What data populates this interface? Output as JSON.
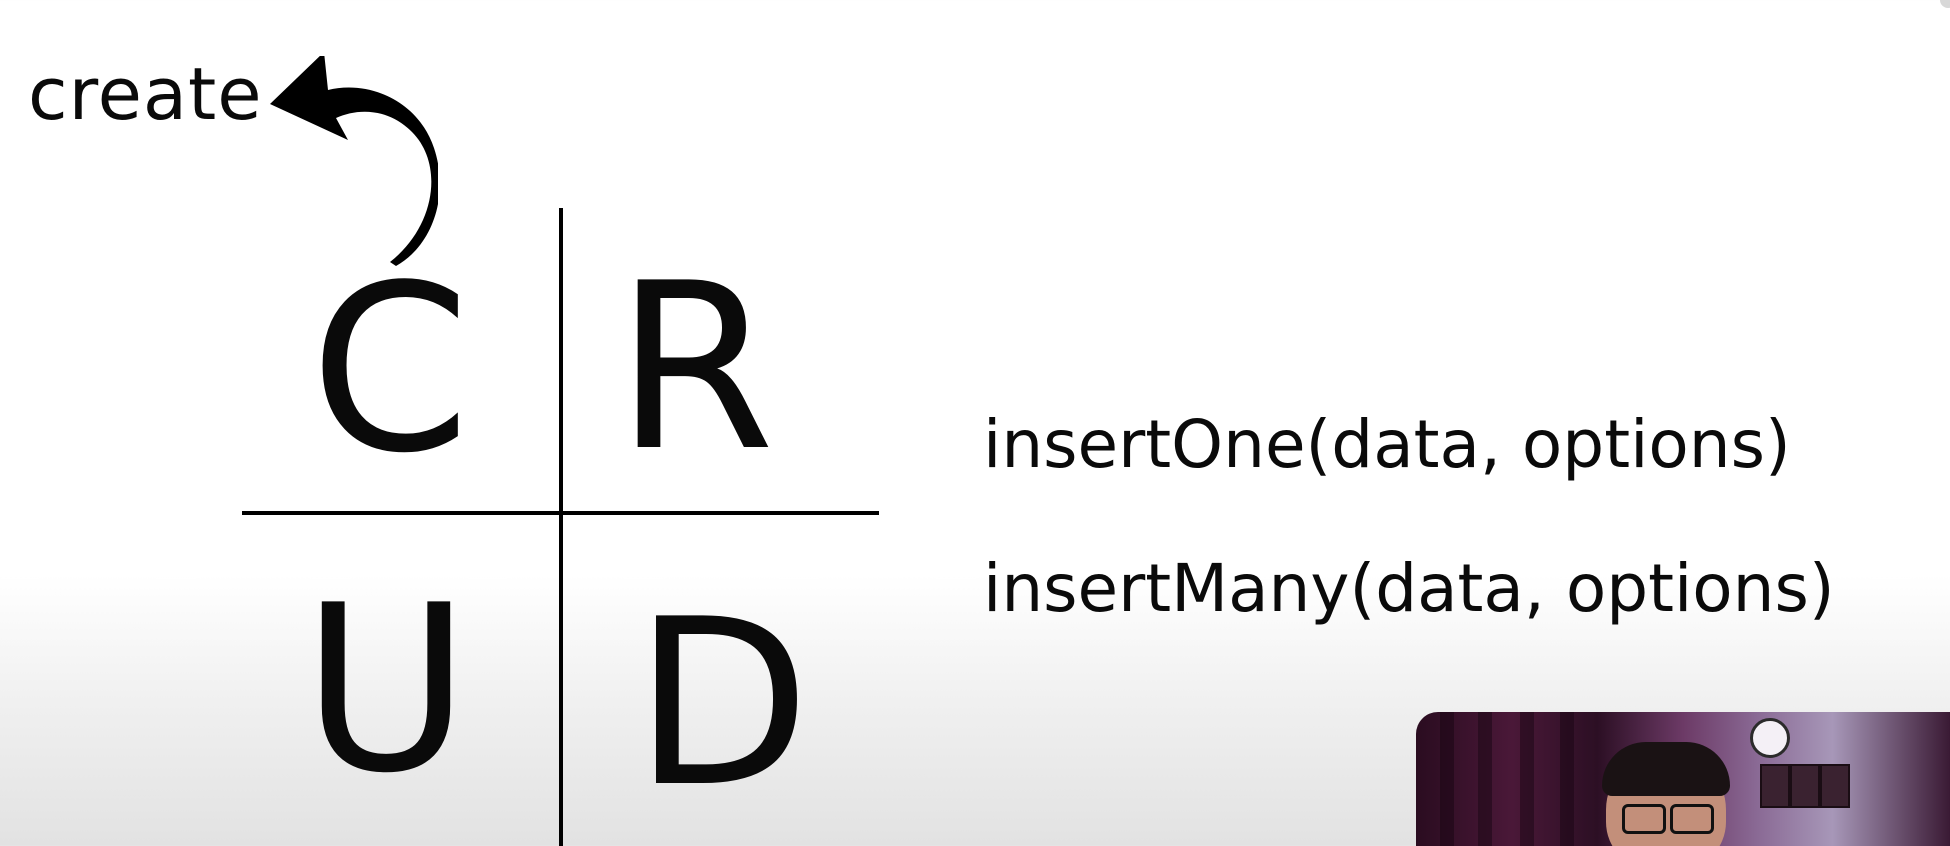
{
  "slide": {
    "annotation": "create",
    "letters": {
      "c": "C",
      "r": "R",
      "u": "U",
      "d": "D"
    },
    "methods": [
      "insertOne(data, options)",
      "insertMany(data, options)"
    ]
  },
  "icons": {
    "arrow": "curved-arrow-icon",
    "webcam": "webcam-overlay"
  },
  "colors": {
    "text": "#0a0a0a",
    "background": "#ffffff"
  }
}
